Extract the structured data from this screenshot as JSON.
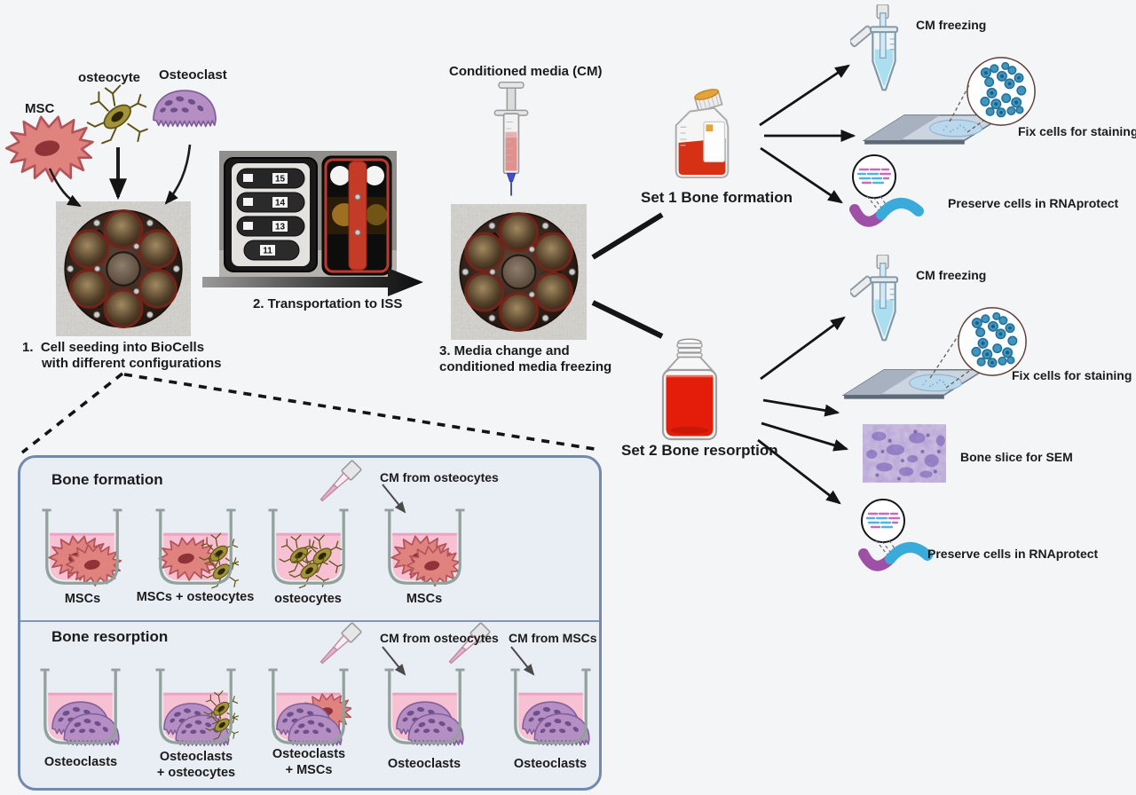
{
  "legend": {
    "msc": "MSC",
    "osteocyte": "osteocyte",
    "osteoclast": "Osteoclast"
  },
  "steps": {
    "step1_line1": "1.  Cell seeding into BioCells",
    "step1_line2": "with different configurations",
    "step2": "2. Transportation to ISS",
    "cm_label": "Conditioned media (CM)",
    "step3_line1": "3. Media change and",
    "step3_line2": "conditioned media freezing"
  },
  "transport": {
    "labels": [
      "15",
      "14",
      "13",
      "11"
    ]
  },
  "sets": {
    "set1": {
      "label": "Set 1 Bone formation",
      "outputs": [
        "CM freezing",
        "Fix cells for staining",
        "Preserve cells in RNAprotect"
      ]
    },
    "set2": {
      "label": "Set 2 Bone resorption",
      "outputs": [
        "CM freezing",
        "Fix cells for staining",
        "Bone slice for SEM",
        "Preserve cells in RNAprotect"
      ]
    }
  },
  "panel": {
    "formation": {
      "title": "Bone formation",
      "wells": [
        {
          "label": "MSCs"
        },
        {
          "label": "MSCs + osteocytes"
        },
        {
          "label": "osteocytes"
        },
        {
          "label": "MSCs",
          "pipette": "CM from osteocytes"
        }
      ]
    },
    "resorption": {
      "title": "Bone resorption",
      "wells": [
        {
          "label": "Osteoclasts"
        },
        {
          "label_line1": "Osteoclasts",
          "label_line2": "+ osteocytes"
        },
        {
          "label_line1": "Osteoclasts",
          "label_line2": "+ MSCs"
        },
        {
          "label": "Osteoclasts",
          "pipette": "CM from osteocytes"
        },
        {
          "label": "Osteoclasts",
          "pipette": "CM from MSCs"
        }
      ]
    }
  },
  "colors": {
    "msc_cell": "#e0837f",
    "osteocyte_cell": "#a29339",
    "osteoclast_cell": "#b58fc4",
    "well_media_pink": "#f8c0d3",
    "media_red": "#d63114",
    "stain_blue": "#4394bb",
    "rna_purple": "#9d50a5",
    "rna_blue": "#39aada",
    "panel_border_blue": "#7189ae",
    "arrow_black": "#141414"
  }
}
